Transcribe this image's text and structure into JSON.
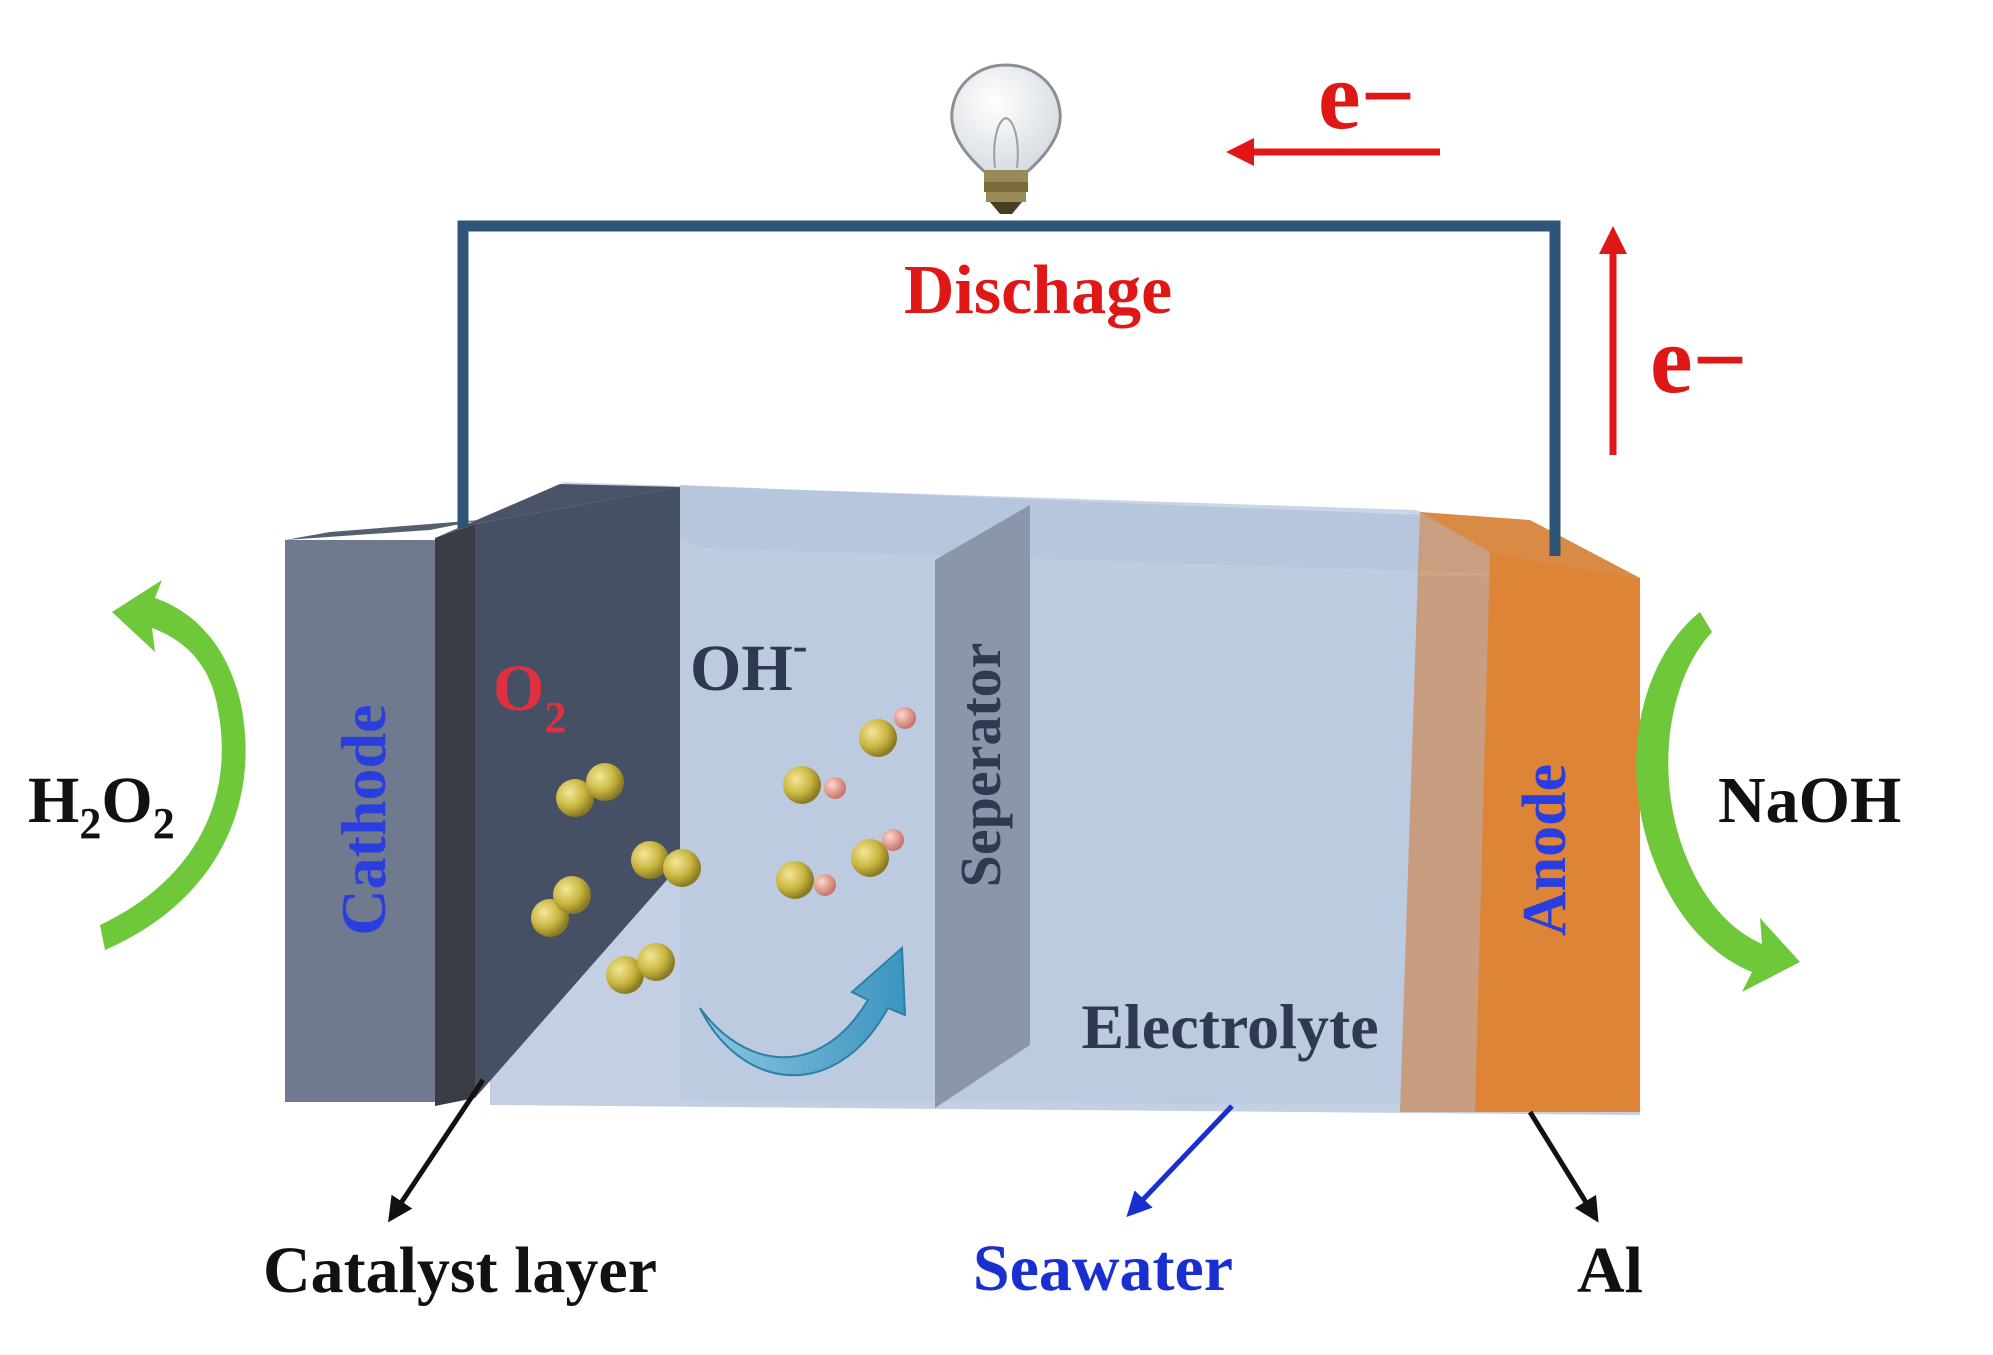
{
  "labels": {
    "electron_top": "e−",
    "electron_side": "e−",
    "discharge": "Dischage",
    "cathode": "Cathode",
    "anode": "Anode",
    "separator": "Seperator",
    "electrolyte": "Electrolyte",
    "o2_main": "O",
    "o2_sub": "2",
    "oh_main": "OH",
    "oh_sup": "-",
    "h2o2_h": "H",
    "h2o2_sub1": "2",
    "h2o2_o": "O",
    "h2o2_sub2": "2",
    "naoh": "NaOH",
    "catalyst_layer": "Catalyst layer",
    "seawater": "Seawater",
    "al": "Al"
  },
  "colors": {
    "circuit_wire": "#2e5577",
    "electron_arrow": "#e01717",
    "discharge_text": "#e01717",
    "electrode_label": "#2a3ee0",
    "o2_label": "#e03040",
    "electrolyte_label": "#2e3a52",
    "seawater_label": "#1a2fd0",
    "seawater_arrow": "#1a2fd0",
    "cathode_block": "#6f7a8e",
    "catalyst_strip": "#3a3d44",
    "catalyst_panel": "#465065",
    "electrolyte_fill": "#b9c8dd",
    "separator_fill": "#8793a8",
    "anode_block": "#dd8436",
    "recycle_arrow": "#6ec83a",
    "flow_arrow": "#4aa6cc",
    "oxygen_atom": "#c9b640",
    "hydrogen_atom": "#e79a8a"
  },
  "icons": {
    "bulb": "light-bulb-icon",
    "recycle_left": "curved-arrow-icon",
    "recycle_right": "curved-arrow-icon",
    "ion_flow": "curved-arrow-icon"
  }
}
